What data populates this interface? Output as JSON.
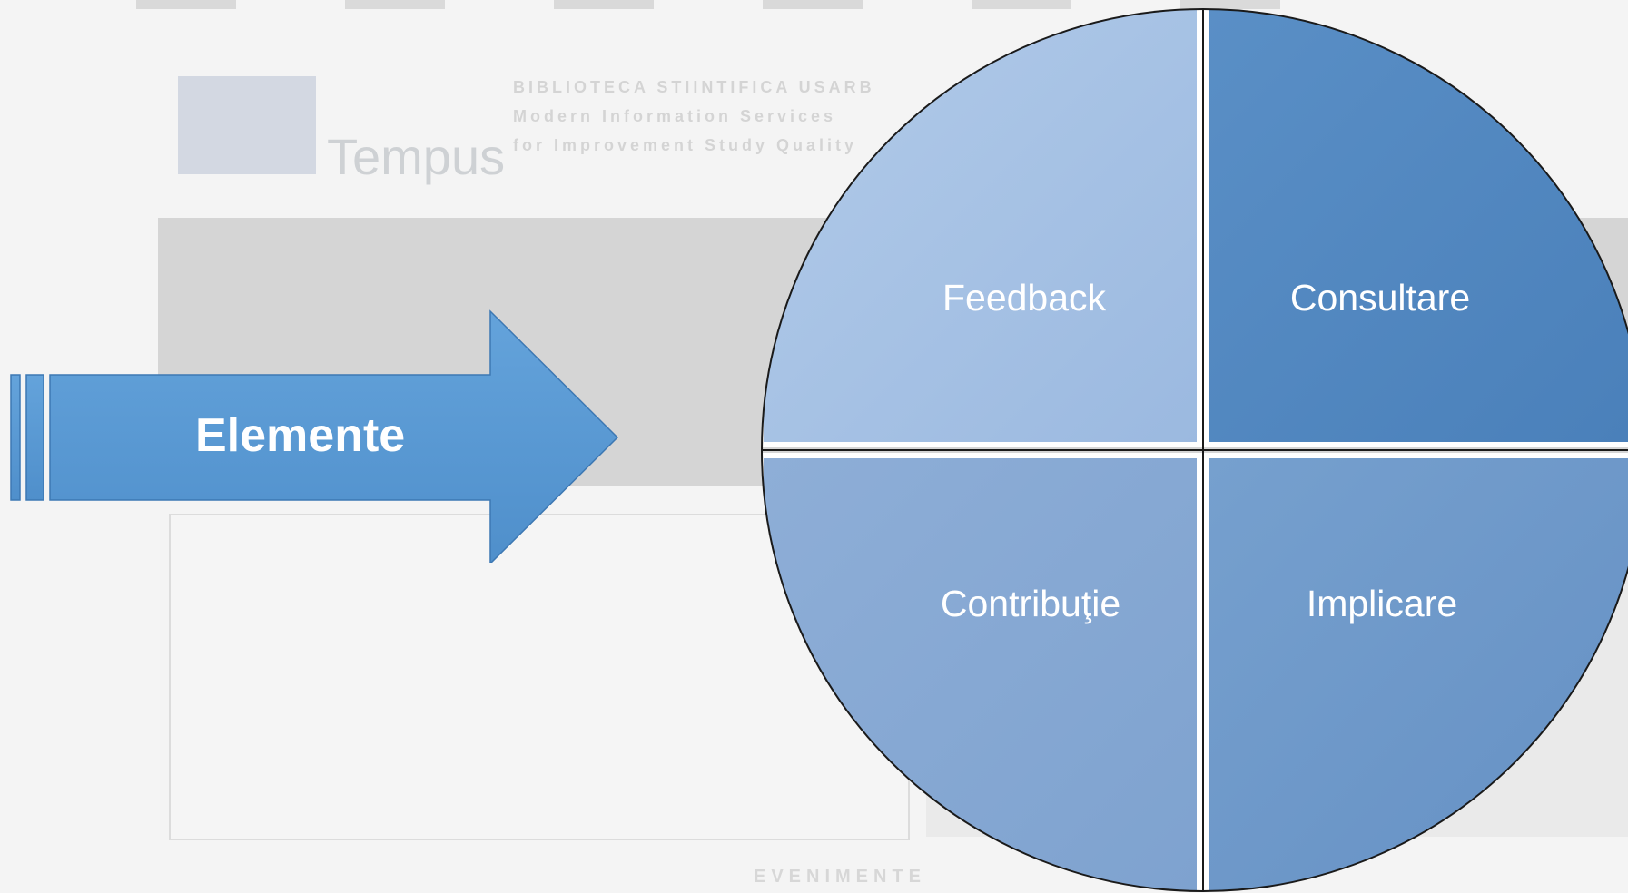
{
  "arrow": {
    "label": "Elemente",
    "color": "#5a9bd5"
  },
  "quadrants": {
    "top_left": {
      "label": "Feedback",
      "color": "#a6c0e3"
    },
    "top_right": {
      "label": "Consultare",
      "color": "#4f86bf"
    },
    "bottom_left": {
      "label": "Contribuţie",
      "color": "#85a8d3"
    },
    "bottom_right": {
      "label": "Implicare",
      "color": "#6c98c9"
    }
  },
  "background": {
    "logo_text": "Tempus",
    "heading_lines": [
      "BIBLIOTECA STIINTIFICA USARB",
      "Modern Information Services",
      "for Improvement Study Quality"
    ],
    "footer_text": "EVENIMENTE"
  }
}
